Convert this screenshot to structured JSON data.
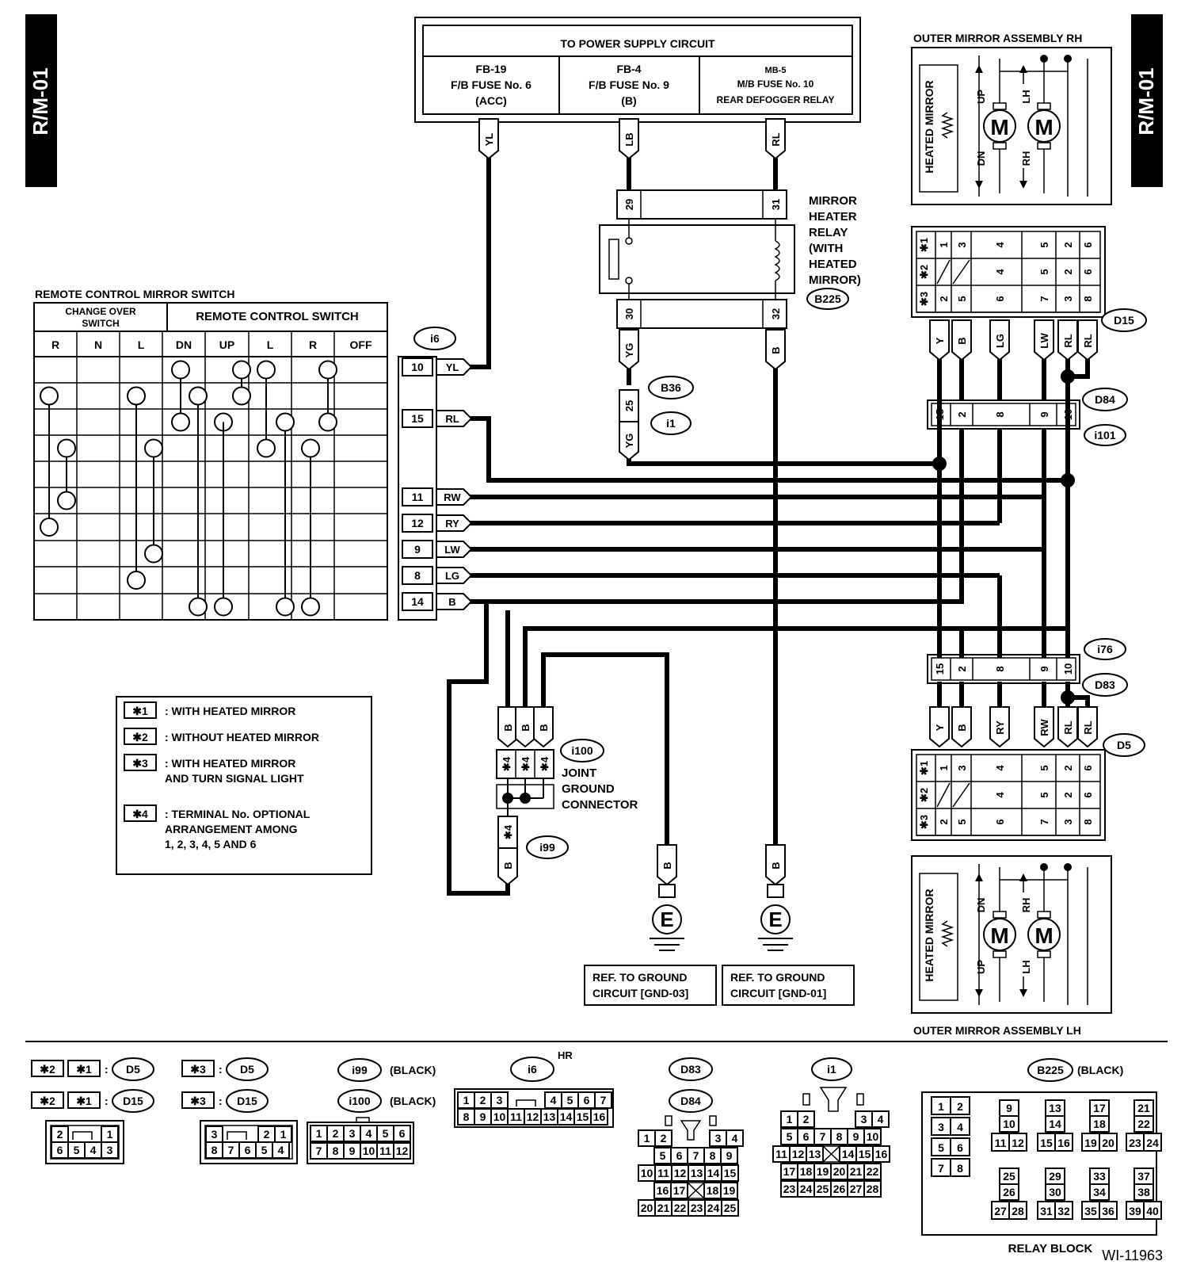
{
  "side_tab_left": "R/M-01",
  "side_tab_right": "R/M-01",
  "power": {
    "title": "TO POWER SUPPLY CIRCUIT",
    "c1": [
      "FB-19",
      "F/B FUSE No. 6",
      "(ACC)"
    ],
    "c2": [
      "FB-4",
      "F/B FUSE No. 9",
      "(B)"
    ],
    "c3": [
      "MB-5",
      "M/B FUSE No. 10",
      "REAR DEFOGGER RELAY"
    ]
  },
  "relay": {
    "lines": [
      "MIRROR",
      "HEATER",
      "RELAY",
      "(WITH",
      "HEATED",
      "MIRROR)"
    ],
    "connector": "B225",
    "pins": [
      "29",
      "31",
      "30",
      "32"
    ]
  },
  "wires_top": [
    "YL",
    "LB",
    "RL"
  ],
  "b36": {
    "label": "B36",
    "pin": "25",
    "i1": "i1",
    "wire_top": "YG",
    "wire_bottom": "YG"
  },
  "wire_b_relay": "B",
  "switch": {
    "title": "REMOTE CONTROL MIRROR SWITCH",
    "changeover_line1": "CHANGE OVER",
    "changeover_line2": "SWITCH",
    "remote": "REMOTE CONTROL SWITCH",
    "cols": [
      "R",
      "N",
      "L",
      "DN",
      "UP",
      "L",
      "R",
      "OFF"
    ]
  },
  "i6": {
    "label": "i6",
    "rows": [
      {
        "pin": "10",
        "wire": "YL"
      },
      {
        "pin": "15",
        "wire": "RL"
      },
      {
        "pin": "11",
        "wire": "RW"
      },
      {
        "pin": "12",
        "wire": "RY"
      },
      {
        "pin": "9",
        "wire": "LW"
      },
      {
        "pin": "8",
        "wire": "LG"
      },
      {
        "pin": "14",
        "wire": "B"
      }
    ]
  },
  "legend": {
    "items": [
      {
        "key": "✱1",
        "text": [
          "WITH HEATED MIRROR"
        ]
      },
      {
        "key": "✱2",
        "text": [
          "WITHOUT HEATED MIRROR"
        ]
      },
      {
        "key": "✱3",
        "text": [
          "WITH HEATED MIRROR",
          "AND TURN SIGNAL LIGHT"
        ]
      },
      {
        "key": "✱4",
        "text": [
          "TERMINAL No.  OPTIONAL",
          "ARRANGEMENT AMONG",
          "1, 2, 3, 4, 5 AND 6"
        ]
      }
    ],
    "sep": ":"
  },
  "ground_joint": {
    "wires": [
      "B",
      "B",
      "B"
    ],
    "pin": "✱4",
    "i100": "i100",
    "i99": "i99",
    "lines": [
      "JOINT",
      "GROUND",
      "CONNECTOR"
    ],
    "i99_wire": "B"
  },
  "grounds": [
    {
      "wire": "B",
      "symbol": "E",
      "ref": [
        "REF. TO GROUND",
        "CIRCUIT [GND-03]"
      ]
    },
    {
      "wire": "B",
      "symbol": "E",
      "ref": [
        "REF. TO GROUND",
        "CIRCUIT [GND-01]"
      ]
    }
  ],
  "mirror_rh": {
    "title": "OUTER MIRROR ASSEMBLY RH",
    "heated": "HEATED MIRROR",
    "motor": "M",
    "up": "UP",
    "dn": "DN",
    "lh": "LH",
    "rh": "RH"
  },
  "mirror_lh": {
    "title": "OUTER MIRROR ASSEMBLY LH",
    "heated": "HEATED MIRROR",
    "motor": "M",
    "up": "UP",
    "dn": "DN",
    "lh": "LH",
    "rh": "RH"
  },
  "d15": {
    "label": "D15",
    "marks": [
      "✱1",
      "✱2",
      "✱3"
    ],
    "rows": [
      [
        "1",
        "3",
        "4",
        "5",
        "2",
        "6"
      ],
      [
        "",
        "4",
        "5",
        "2",
        "6"
      ],
      [
        "2",
        "5",
        "6",
        "7",
        "3",
        "8"
      ]
    ],
    "wires": [
      "Y",
      "B",
      "LG",
      "LW",
      "RL",
      "RL"
    ]
  },
  "d5": {
    "label": "D5",
    "marks": [
      "✱1",
      "✱2",
      "✱3"
    ],
    "rows": [
      [
        "1",
        "3",
        "4",
        "5",
        "2",
        "6"
      ],
      [
        "",
        "4",
        "5",
        "2",
        "6"
      ],
      [
        "2",
        "5",
        "6",
        "7",
        "3",
        "8"
      ]
    ],
    "wires": [
      "Y",
      "B",
      "RY",
      "RW",
      "RL",
      "RL"
    ]
  },
  "d84": {
    "label": "D84",
    "label2": "i101",
    "pins": [
      "15",
      "2",
      "8",
      "9",
      "10"
    ]
  },
  "d83": {
    "label": "D83",
    "label2": "i76",
    "pins": [
      "15",
      "2",
      "8",
      "9",
      "10"
    ]
  },
  "bottom": {
    "c1": {
      "k1": "✱2",
      "k2": "✱1",
      "sep": ":",
      "n1": "D5",
      "n2": "D15",
      "top": [
        "2",
        "1"
      ],
      "bot": [
        "6",
        "5",
        "4",
        "3"
      ]
    },
    "c2": {
      "k1": "✱3",
      "sep": ":",
      "n1": "D5",
      "n2": "D15",
      "top": [
        "3",
        "2",
        "1"
      ],
      "bot": [
        "8",
        "7",
        "6",
        "5",
        "4"
      ]
    },
    "c3": {
      "n1": "i99",
      "n2": "i100",
      "black": "(BLACK)",
      "top": [
        "1",
        "2",
        "3",
        "4",
        "5",
        "6"
      ],
      "bot": [
        "7",
        "8",
        "9",
        "10",
        "11",
        "12"
      ]
    },
    "c4": {
      "n": "i6",
      "hr": "HR",
      "top": [
        "1",
        "2",
        "3",
        "4",
        "5",
        "6",
        "7"
      ],
      "bot": [
        "8",
        "9",
        "10",
        "11",
        "12",
        "13",
        "14",
        "15",
        "16"
      ]
    },
    "c5": {
      "n1": "D83",
      "n2": "D84",
      "r1": [
        "1",
        "2",
        "3",
        "4"
      ],
      "r2": [
        "5",
        "6",
        "7",
        "8",
        "9"
      ],
      "r3": [
        "10",
        "11",
        "12",
        "13",
        "14",
        "15"
      ],
      "r4": [
        "16",
        "17",
        "18",
        "19"
      ],
      "r5": [
        "20",
        "21",
        "22",
        "23",
        "24",
        "25"
      ]
    },
    "c6": {
      "n": "i1",
      "r1": [
        "1",
        "2",
        "3",
        "4"
      ],
      "r2": [
        "5",
        "6",
        "7",
        "8",
        "9",
        "10"
      ],
      "r3": [
        "11",
        "12",
        "13",
        "14",
        "15",
        "16"
      ],
      "r4": [
        "17",
        "18",
        "19",
        "20",
        "21",
        "22"
      ],
      "r5": [
        "23",
        "24",
        "25",
        "26",
        "27",
        "28"
      ]
    },
    "c7": {
      "n": "B225",
      "black": "(BLACK)",
      "caption": "RELAY BLOCK",
      "pins": [
        "1",
        "2",
        "3",
        "4",
        "5",
        "6",
        "7",
        "8",
        "9",
        "10",
        "11",
        "12",
        "13",
        "14",
        "15",
        "16",
        "17",
        "18",
        "19",
        "20",
        "21",
        "22",
        "23",
        "24",
        "25",
        "26",
        "27",
        "28",
        "29",
        "30",
        "31",
        "32",
        "33",
        "34",
        "35",
        "36",
        "37",
        "38",
        "39",
        "40"
      ]
    },
    "ref": "WI-11963"
  }
}
